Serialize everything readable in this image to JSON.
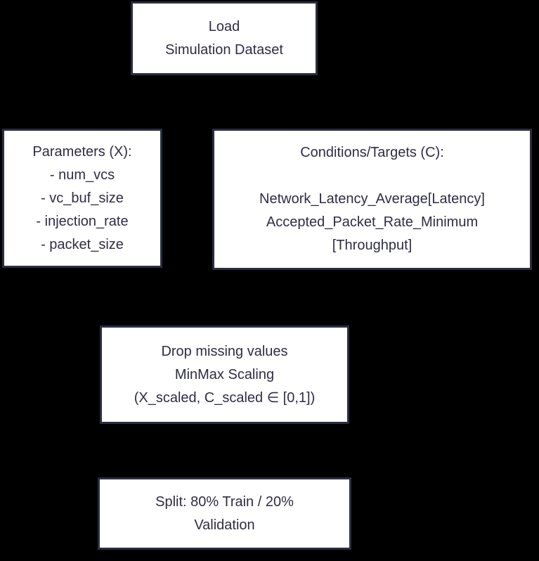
{
  "diagram": {
    "type": "flowchart",
    "colors": {
      "background": "#000000",
      "node_fill": "#ffffff",
      "node_border": "#2b2d42",
      "node_text": "#2e2d44"
    },
    "nodes": {
      "load": {
        "lines": [
          "Load",
          "Simulation Dataset"
        ]
      },
      "parameters": {
        "lines": [
          "Parameters (X):",
          "- num_vcs",
          "- vc_buf_size",
          "- injection_rate",
          "- packet_size"
        ]
      },
      "conditions": {
        "lines": [
          "Conditions/Targets (C):",
          "",
          "Network_Latency_Average[Latency]",
          "Accepted_Packet_Rate_Minimum",
          "[Throughput]"
        ]
      },
      "preprocess": {
        "lines": [
          "Drop missing values",
          "MinMax Scaling",
          "(X_scaled, C_scaled ∈ [0,1])"
        ]
      },
      "split": {
        "lines": [
          "Split: 80% Train / 20%",
          "Validation"
        ]
      }
    }
  }
}
